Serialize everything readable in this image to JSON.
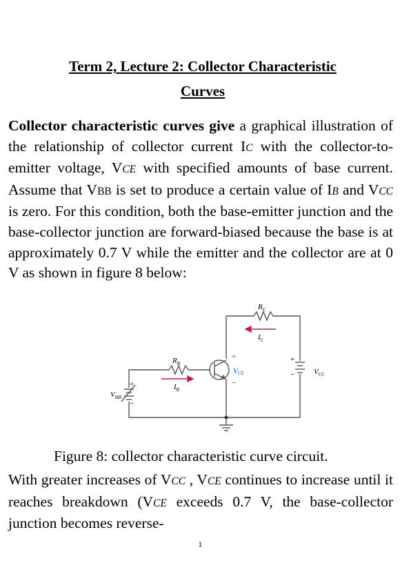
{
  "title_line1": "Term 2, Lecture 2: Collector Characteristic",
  "title_line2": "Curves",
  "p1": {
    "bold_lead": "Collector characteristic curves give",
    "s1": " a graphical illustration of the relationship of collector current I",
    "sub_c": "C",
    "s2": " with the collector-to-emitter voltage, V",
    "sub_ce": "CE",
    "s3": " with specified amounts of base current. Assume that V",
    "sub_bb": "BB",
    "s4": " is set to produce a certain value of I",
    "sub_b": "B",
    "s5": " and V",
    "sub_cc": "CC",
    "s6": " is zero. For this condition, both the base-emitter junction and the base-collector junction are forward-biased because the base is at approximately 0.7 V while the emitter and the collector are at 0 V as shown in figure 8 below:"
  },
  "circuit": {
    "rc": "R",
    "rc_sub": "C",
    "ic": "I",
    "ic_sub": "C",
    "rb": "R",
    "rb_sub": "B",
    "ib": "I",
    "ib_sub": "B",
    "vce": "V",
    "vce_sub": "CE",
    "vcc": "V",
    "vcc_sub": "CC",
    "vbb": "V",
    "vbb_sub": "BB",
    "plus": "+",
    "minus": "−"
  },
  "caption": "Figure 8: collector characteristic curve circuit.",
  "p2": {
    "s1": "With greater increases of V",
    "sub_cc": "CC",
    "s2": " , V",
    "sub_ce": "CE",
    "s3": " continues to increase until it reaches breakdown (V",
    "sub_ce2": "CE",
    "s4": " exceeds 0.7 V, the base-collector junction becomes reverse-"
  },
  "page_number": "1"
}
